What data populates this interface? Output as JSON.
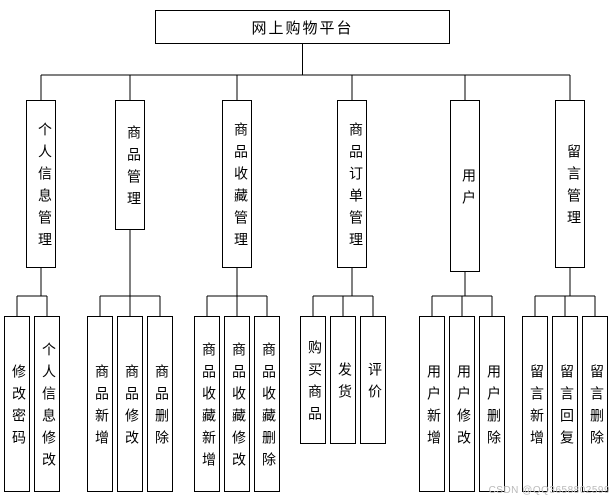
{
  "root": {
    "label": "网上购物平台"
  },
  "branches": [
    {
      "label": "个人信息管理",
      "children": [
        "修改密码",
        "个人信息修改"
      ]
    },
    {
      "label": "商品管理",
      "children": [
        "商品新增",
        "商品修改",
        "商品删除"
      ]
    },
    {
      "label": "商品收藏管理",
      "children": [
        "商品收藏新增",
        "商品收藏修改",
        "商品收藏删除"
      ]
    },
    {
      "label": "商品订单管理",
      "children": [
        "购买商品",
        "发货",
        "评价"
      ]
    },
    {
      "label": "用户",
      "children": [
        "用户新增",
        "用户修改",
        "用户删除"
      ]
    },
    {
      "label": "留言管理",
      "children": [
        "留言新增",
        "留言回复",
        "留言删除"
      ]
    }
  ],
  "watermark": "CSDN @QQ3658802599"
}
